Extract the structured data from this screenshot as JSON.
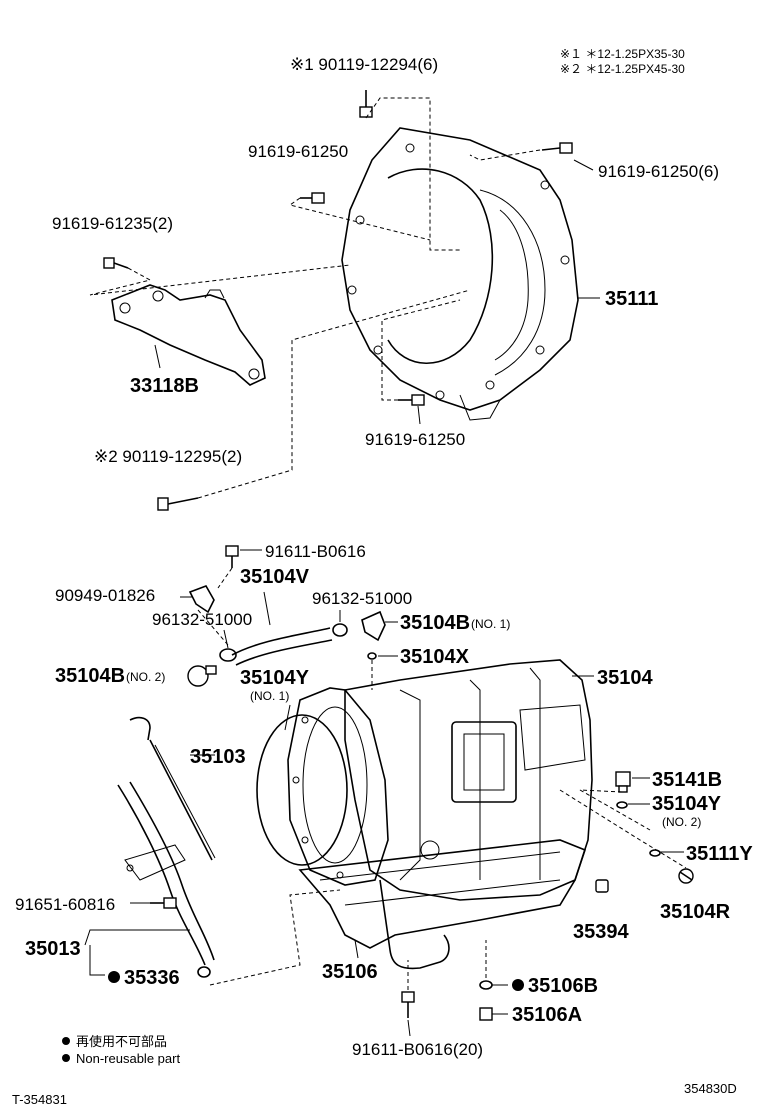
{
  "header_notes": {
    "note1": "※１ ＊12-1.25PX35-30",
    "note2": "※２ ＊12-1.25PX45-30"
  },
  "labels": {
    "p_90119_12294": "※1 90119-12294(6)",
    "p_91619_61250_top": "91619-61250",
    "p_91619_61250_6": "91619-61250(6)",
    "p_91619_61235": "91619-61235(2)",
    "p_35111": "35111",
    "p_33118B": "33118B",
    "p_91619_61250_bot": "91619-61250",
    "p_90119_12295": "※2 90119-12295(2)",
    "p_91611_B0616": "91611-B0616",
    "p_35104V": "35104V",
    "p_90949_01826": "90949-01826",
    "p_96132_51000_a": "96132-51000",
    "p_96132_51000_b": "96132-51000",
    "p_35104B_1": "35104B",
    "p_35104B_1_note": "(NO. 1)",
    "p_35104X": "35104X",
    "p_35104B_2": "35104B",
    "p_35104B_2_note": "(NO. 2)",
    "p_35104Y_1": "35104Y",
    "p_35104Y_1_note": "(NO. 1)",
    "p_35104": "35104",
    "p_35103": "35103",
    "p_35141B": "35141B",
    "p_35104Y_2": "35104Y",
    "p_35104Y_2_note": "(NO. 2)",
    "p_35111Y": "35111Y",
    "p_91651_60816": "91651-60816",
    "p_35104R": "35104R",
    "p_35013": "35013",
    "p_35394": "35394",
    "p_35336": "35336",
    "p_35106": "35106",
    "p_35106B": "35106B",
    "p_35106A": "35106A",
    "p_91611_B0616_20": "91611-B0616(20)"
  },
  "legend": {
    "jp": "再使用不可部品",
    "en": "Non-reusable part"
  },
  "footer": {
    "left_id": "T-354831",
    "right_id": "354830D"
  }
}
